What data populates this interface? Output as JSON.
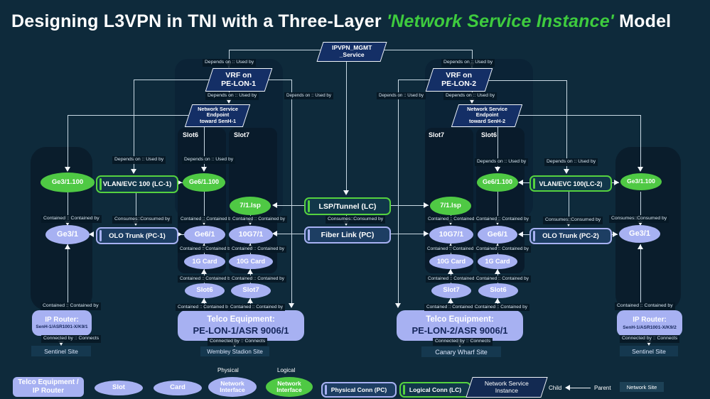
{
  "title": {
    "pre": "Designing L3VPN in TNI with a Three-Layer ",
    "highlight": "'Network Service Instance'",
    "post": " Model"
  },
  "rel": {
    "depends": "Depends on :: Used by",
    "contained": "Contained :: Contained by",
    "contained_cut": "Contained :: Contained b",
    "consumes": "Consumes::Consumed by",
    "connected": "Connected by :: Connects"
  },
  "nsi": {
    "service": "IPVPN_MGMT\n_Service",
    "vrf1": "VRF on\nPE-LON-1",
    "vrf2": "VRF on\nPE-LON-2",
    "ep1": "Network Service\nEndpoint\ntoward SenH-1",
    "ep2": "Network Service\nEndpoint\ntoward SenH-2"
  },
  "logical": {
    "vlan1": "VLAN/EVC 100 (LC-1)",
    "vlan2": "VLAN/EVC 100(LC-2)",
    "lsp": "LSP/Tunnel (LC)",
    "ge31_100": "Ge3/1.100",
    "ge61_100": "Ge6/1.100",
    "lsp_if": "7/1.lsp"
  },
  "physical": {
    "olo1": "OLO Trunk (PC-1)",
    "olo2": "OLO Trunk (PC-2)",
    "fiber": "Fiber Link (PC)",
    "ge31": "Ge3/1",
    "ge61": "Ge6/1",
    "tg71": "10G7/1",
    "card1g": "1G Card",
    "card10g": "10G Card",
    "slot6": "Slot6",
    "slot7": "Slot7"
  },
  "equipment": {
    "telco_title": "Telco Equipment:",
    "telco1": "PE-LON-1/ASR 9006/1",
    "telco2": "PE-LON-2/ASR 9006/1",
    "router_title": "IP Router:",
    "router1": "SenH-1/ASR1001-X/K9/1",
    "router2": "SenH-1/ASR1001-X/K9/2"
  },
  "sites": {
    "sentinel": "Sentinel Site",
    "wembley": "Wembley Stadion Site",
    "canary": "Canary Wharf Site"
  },
  "legend": {
    "telco": "Telco Equipment /\nIP Router",
    "slot": "Slot",
    "card": "Card",
    "phys_tag": "Physical",
    "log_tag": "Logical",
    "ni": "Network\nInterface",
    "pc": "Physical Conn (PC)",
    "lc": "Logical Conn (LC)",
    "nsi": "Network Service\nInstance",
    "child": "Child",
    "parent": "Parent",
    "site": "Network Site"
  },
  "colors": {
    "green": "#4fc944",
    "periwinkle": "#a7b1f2",
    "background": "#0e2a3b"
  }
}
